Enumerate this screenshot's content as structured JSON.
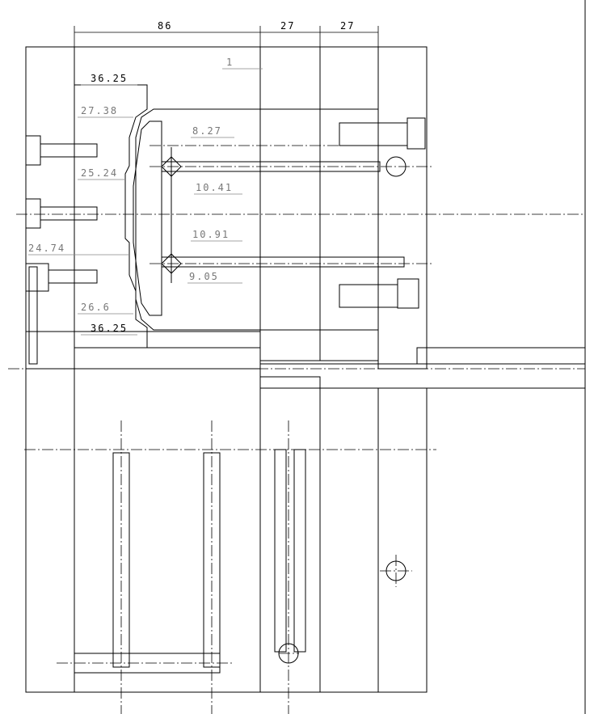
{
  "top_dimensions": [
    "86",
    "27",
    "27"
  ],
  "left_labels": [
    "36.25",
    "27.38",
    "25.24",
    "24.74",
    "26.6",
    "36.25"
  ],
  "inner_labels": [
    "1",
    "8.27",
    "10.41",
    "10.91",
    "9.05"
  ],
  "colors": {
    "line": "#000000",
    "leader": "#777777",
    "background": "#ffffff"
  }
}
